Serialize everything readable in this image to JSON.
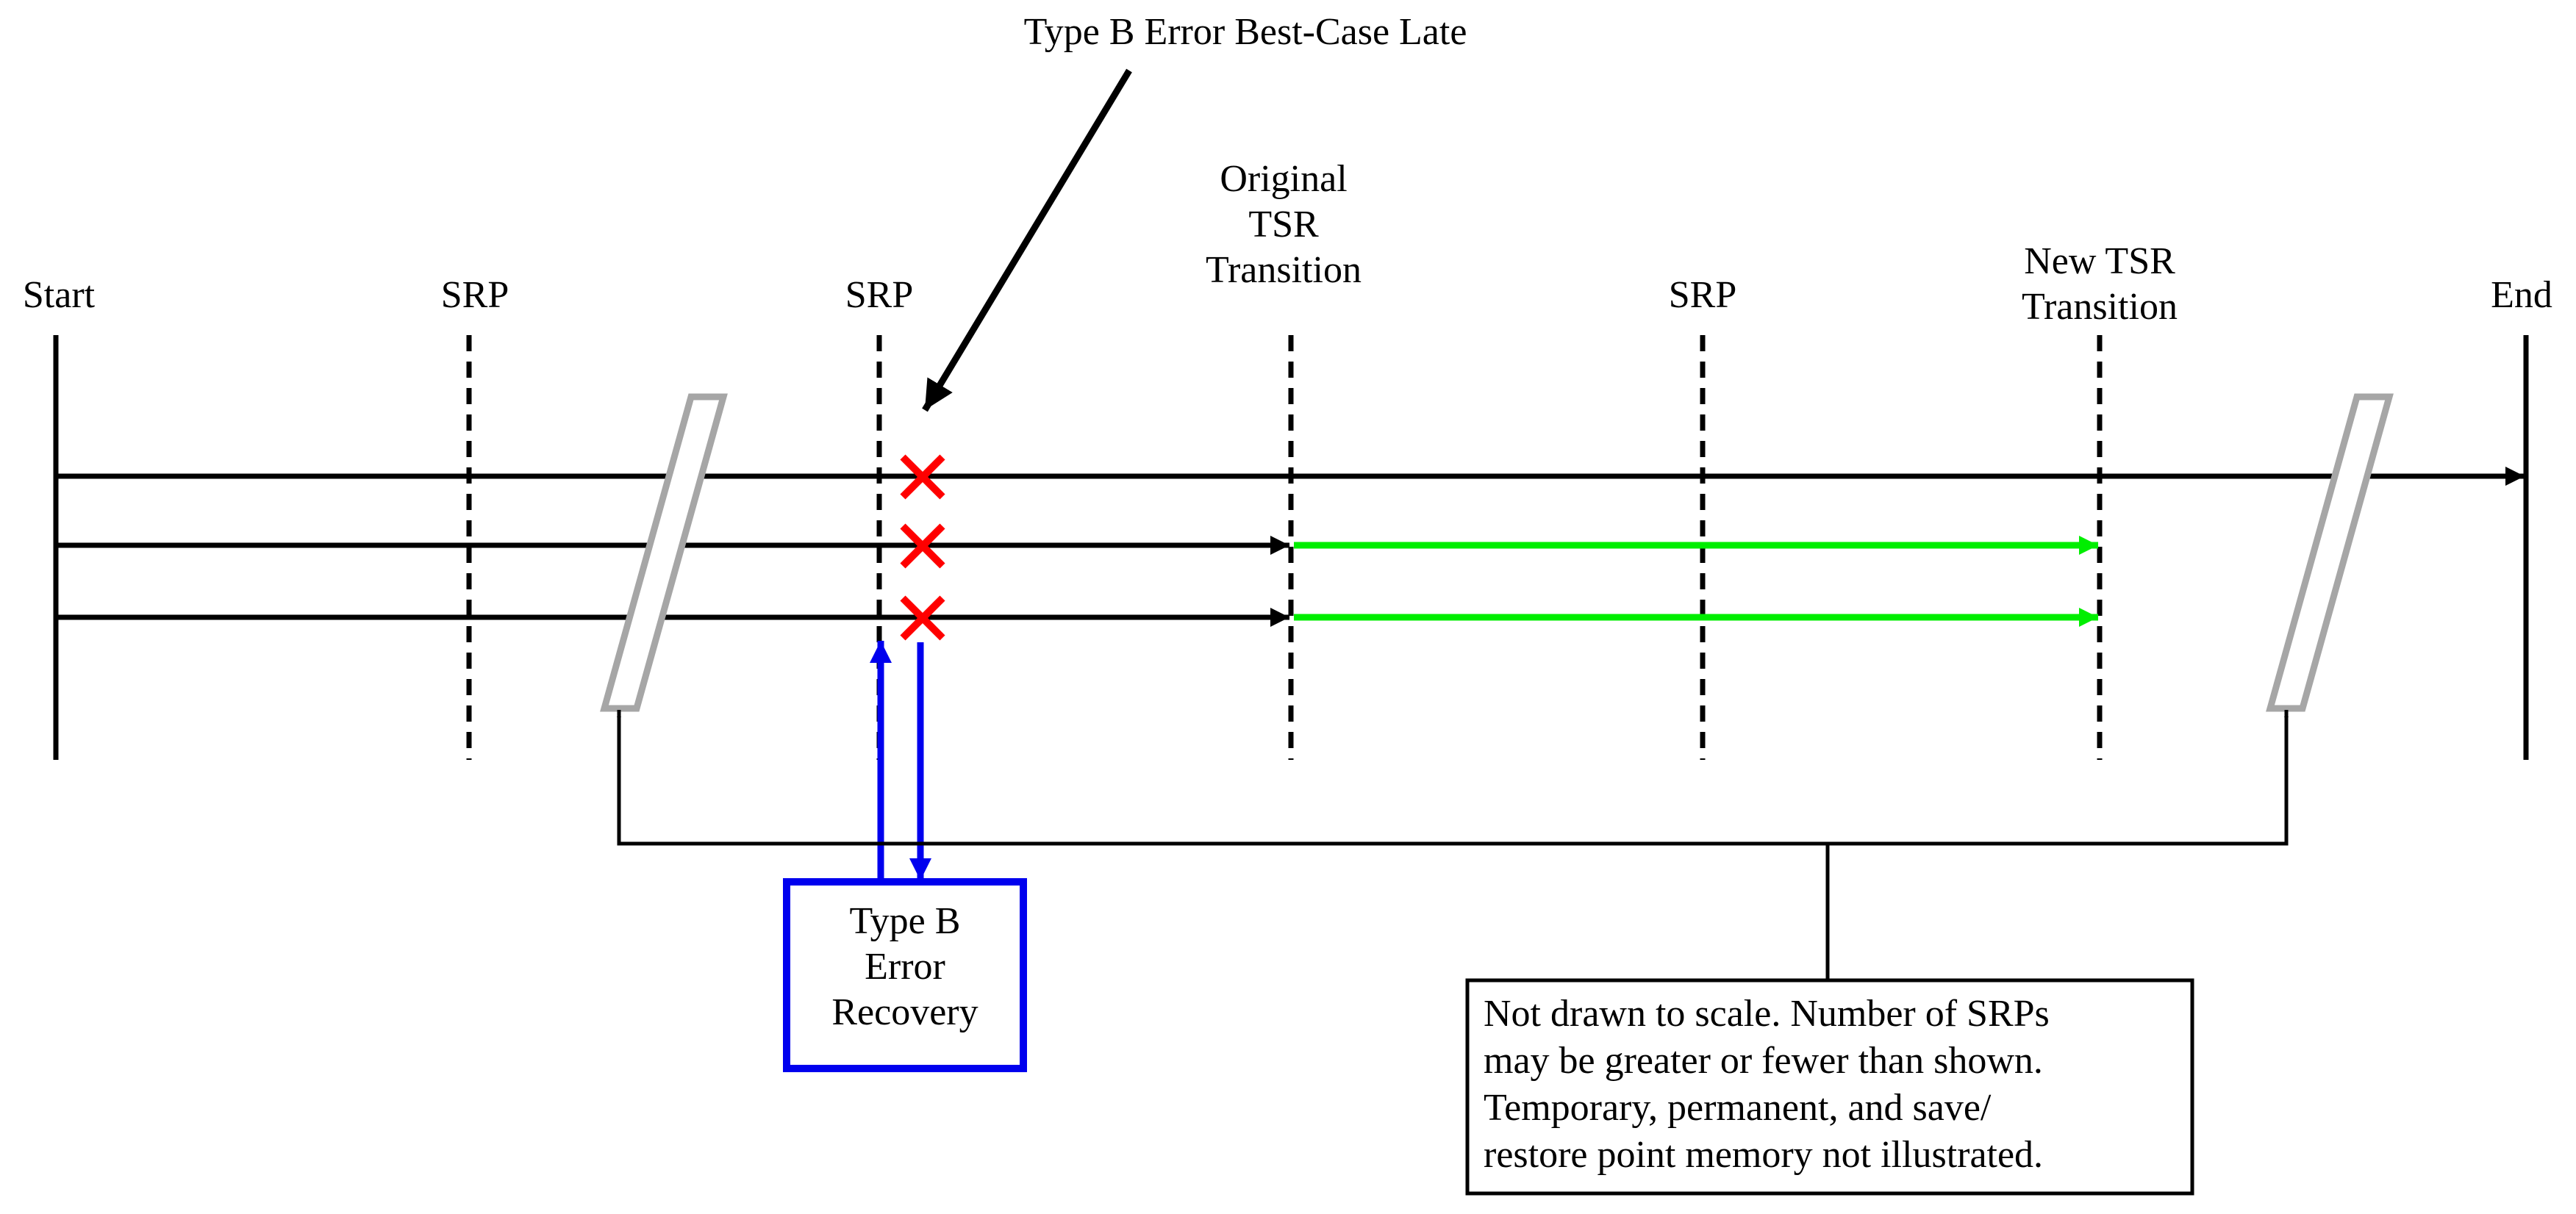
{
  "labels": {
    "start": "Start",
    "end": "End",
    "srp_1": "SRP",
    "srp_2": "SRP",
    "srp_3": "SRP",
    "original_tsr_line1": "Original",
    "original_tsr_line2": "TSR",
    "original_tsr_line3": "Transition",
    "new_tsr_line1": "New TSR",
    "new_tsr_line2": "Transition",
    "type_b_error_best_case_late": "Type B Error Best-Case Late"
  },
  "recovery_box": {
    "line1": "Type B",
    "line2": "Error",
    "line3": "Recovery"
  },
  "note_box": {
    "line1": "Not drawn to scale.  Number of SRPs",
    "line2": "may be greater or fewer than shown.",
    "line3": "Temporary, permanent, and save/",
    "line4": "restore point memory not illustrated."
  },
  "colors": {
    "timeline": "#000000",
    "new_path": "#00ee00",
    "error_mark": "#ff0000",
    "recovery": "#0000ee",
    "break_symbol": "#a6a6a6"
  }
}
